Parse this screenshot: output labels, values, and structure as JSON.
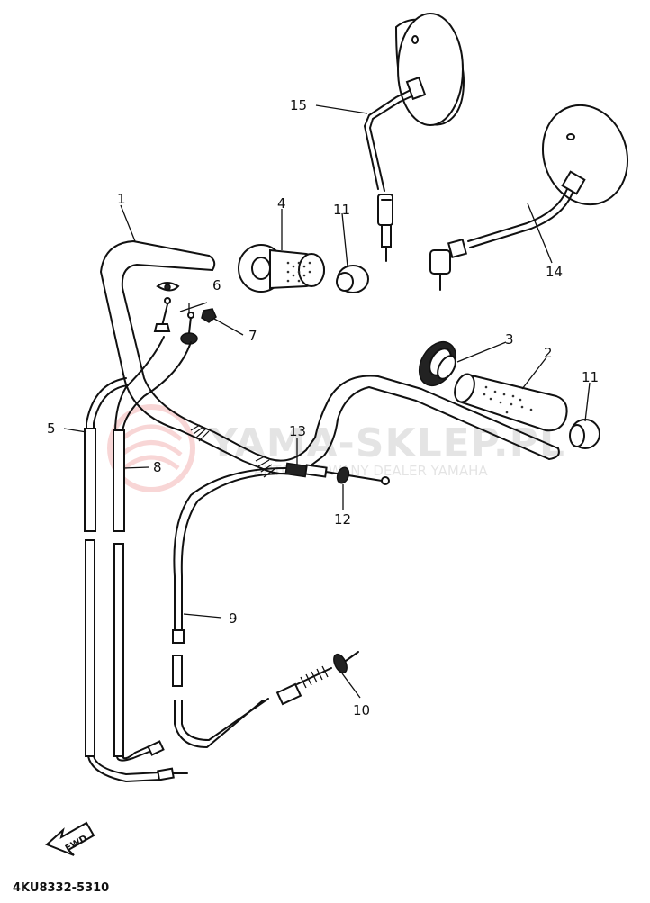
{
  "callouts": {
    "c1": "1",
    "c2": "2",
    "c3": "3",
    "c4": "4",
    "c5": "5",
    "c6": "6",
    "c7": "7",
    "c8": "8",
    "c9": "9",
    "c10": "10",
    "c11a": "11",
    "c11b": "11",
    "c12": "12",
    "c13": "13",
    "c14": "14",
    "c15": "15"
  },
  "watermark": {
    "main": "YAMA-SKLEP.PL",
    "sub": "AUTORYZOWANY DEALER YAMAHA"
  },
  "fwd_label": "FWD",
  "diagram_code": "4KU8332-5310"
}
